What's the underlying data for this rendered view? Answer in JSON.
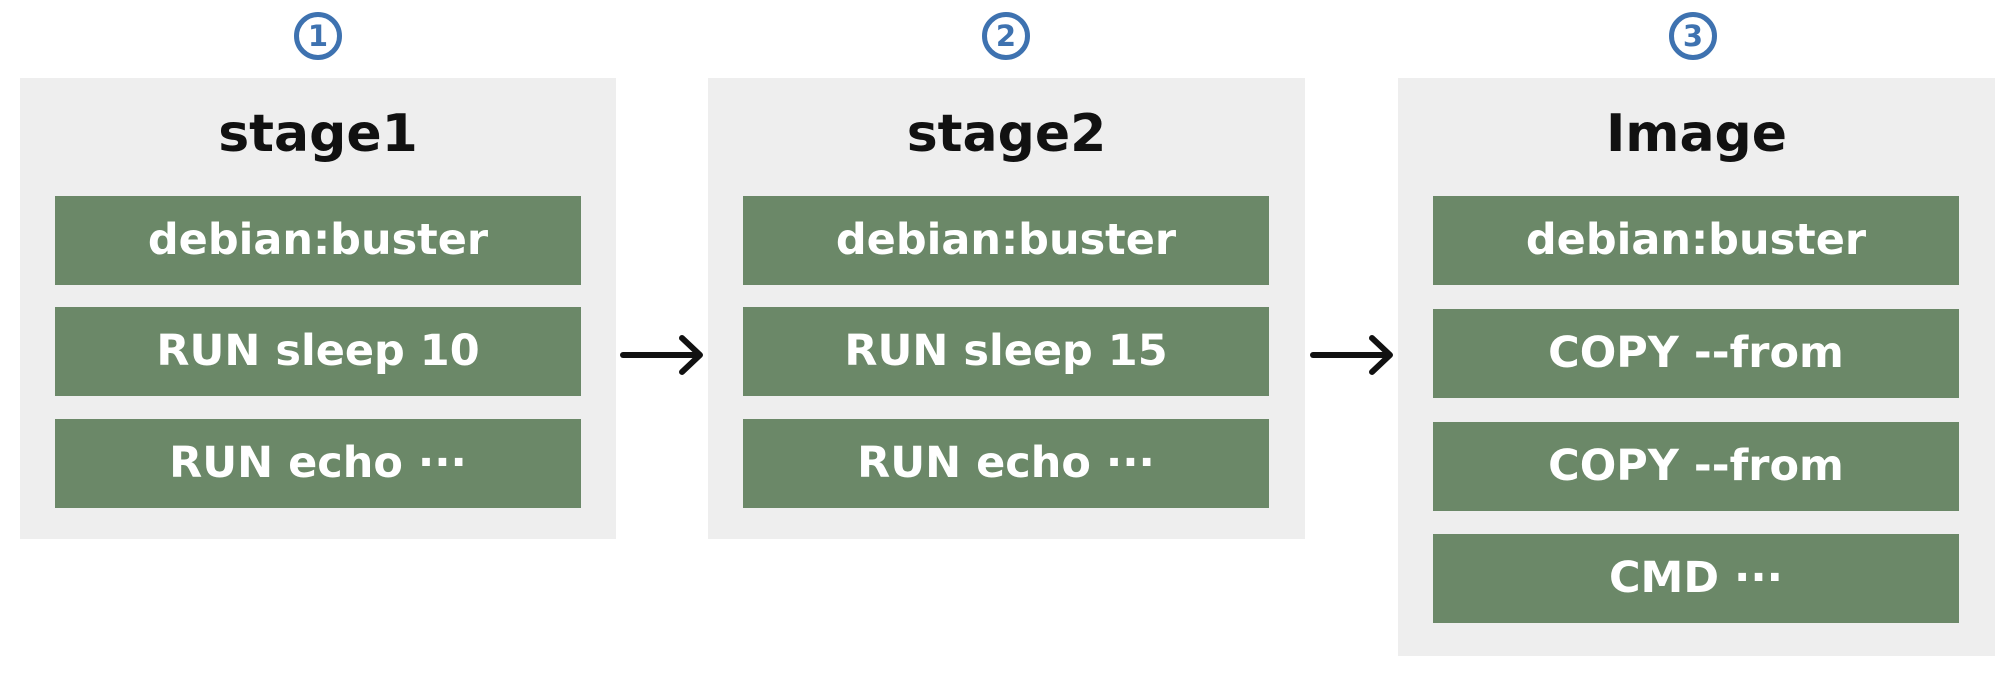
{
  "steps": [
    {
      "number": "1",
      "title": "stage1",
      "layers": [
        "debian:buster",
        "RUN sleep 10",
        "RUN echo ···"
      ]
    },
    {
      "number": "2",
      "title": "stage2",
      "layers": [
        "debian:buster",
        "RUN sleep 15",
        "RUN echo ···"
      ]
    },
    {
      "number": "3",
      "title": "Image",
      "layers": [
        "debian:buster",
        "COPY --from",
        "COPY --from",
        "CMD ···"
      ]
    }
  ],
  "colors": {
    "step_number": "#3e72b0",
    "panel_background": "#eeeeee",
    "layer_background": "#6b8868",
    "layer_text": "#ffffff",
    "arrow": "#111111"
  }
}
